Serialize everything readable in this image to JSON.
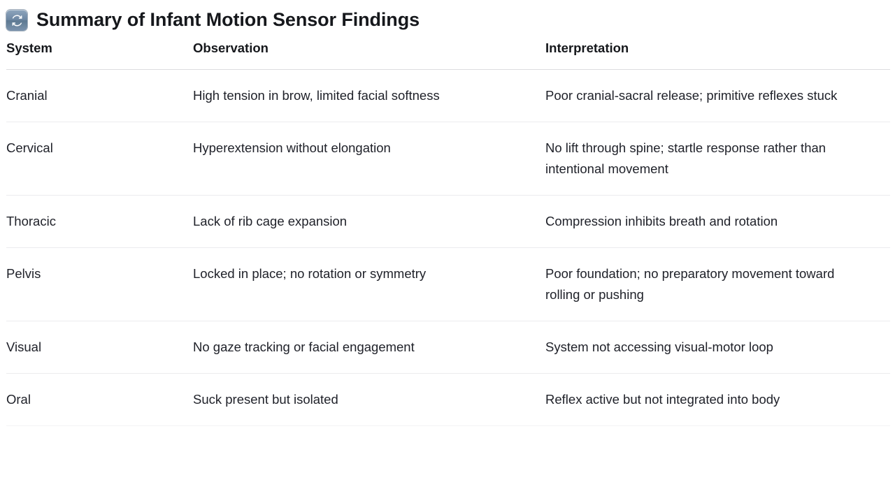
{
  "header": {
    "icon": "sync-icon",
    "title": "Summary of Infant Motion Sensor Findings"
  },
  "table": {
    "columns": [
      "System",
      "Observation",
      "Interpretation"
    ],
    "rows": [
      {
        "system": "Cranial",
        "observation": "High tension in brow, limited facial softness",
        "interpretation": "Poor cranial-sacral release; primitive reflexes stuck"
      },
      {
        "system": "Cervical",
        "observation": "Hyperextension without elongation",
        "interpretation": "No lift through spine; startle response rather than intentional movement"
      },
      {
        "system": "Thoracic",
        "observation": "Lack of rib cage expansion",
        "interpretation": "Compression inhibits breath and rotation"
      },
      {
        "system": "Pelvis",
        "observation": "Locked in place; no rotation or symmetry",
        "interpretation": "Poor foundation; no preparatory movement toward rolling or pushing"
      },
      {
        "system": "Visual",
        "observation": "No gaze tracking or facial engagement",
        "interpretation": "System not accessing visual-motor loop"
      },
      {
        "system": "Oral",
        "observation": "Suck present but isolated",
        "interpretation": "Reflex active but not integrated into body"
      }
    ]
  },
  "colors": {
    "background": "#ffffff",
    "text": "#20222a",
    "heading": "#16181c",
    "header_rule": "#dcdde0",
    "row_rule": "#ececee",
    "icon_blue": "#6d87a3"
  }
}
